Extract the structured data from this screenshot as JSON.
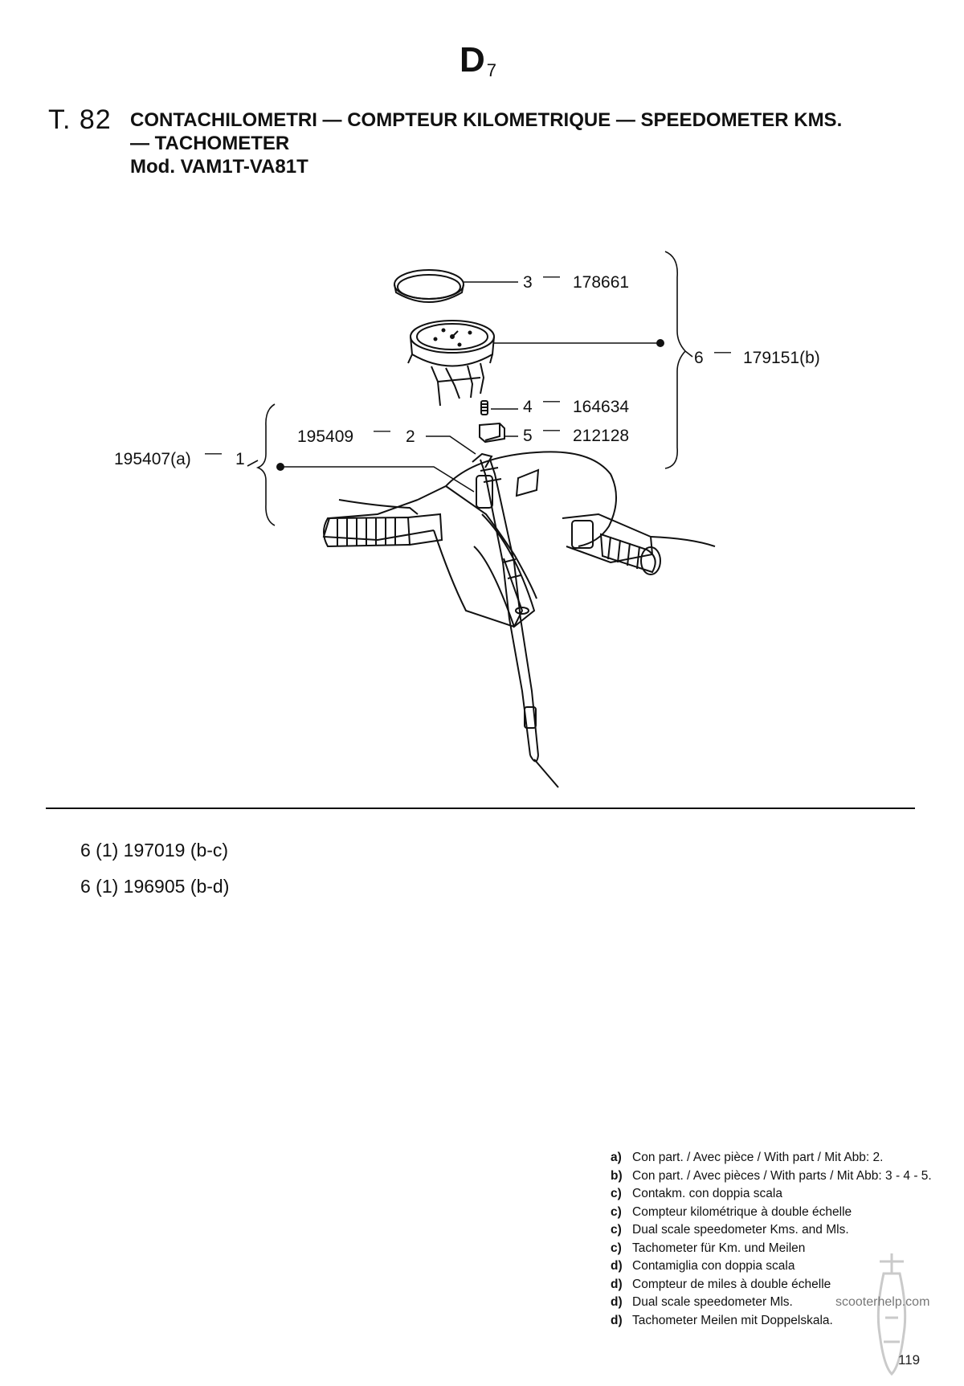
{
  "header": {
    "section": "D",
    "section_sub": "7",
    "table_no": "T. 82",
    "title_line1": "CONTACHILOMETRI — COMPTEUR KILOMETRIQUE — SPEEDOMETER KMS.",
    "title_line2": "— TACHOMETER",
    "title_line3": "Mod. VAM1T-VA81T"
  },
  "callouts": {
    "c3": "3",
    "p3": "178661",
    "c6": "6",
    "p6": "179151(b)",
    "c4": "4",
    "p4": "164634",
    "c5": "5",
    "p5": "212128",
    "p2": "195409",
    "c2": "2",
    "p1": "195407(a)",
    "c1": "1"
  },
  "variants": [
    "6 (1) 197019 (b-c)",
    "6 (1) 196905 (b-d)"
  ],
  "notes": [
    {
      "key": "a)",
      "text": "Con part. / Avec pièce / With part / Mit Abb: 2."
    },
    {
      "key": "b)",
      "text": "Con part. / Avec pièces / With parts / Mit Abb: 3 - 4 - 5."
    },
    {
      "key": "c)",
      "text": "Contakm. con doppia scala"
    },
    {
      "key": "c)",
      "text": "Compteur kilométrique à double échelle"
    },
    {
      "key": "c)",
      "text": "Dual scale speedometer Kms. and Mls."
    },
    {
      "key": "c)",
      "text": "Tachometer für Km. und Meilen"
    },
    {
      "key": "d)",
      "text": "Contamiglia con doppia scala"
    },
    {
      "key": "d)",
      "text": "Compteur de miles à double échelle"
    },
    {
      "key": "d)",
      "text": "Dual scale speedometer Mls."
    },
    {
      "key": "d)",
      "text": "Tachometer Meilen mit Doppelskala."
    }
  ],
  "watermark": "scooterhelp.com",
  "page_number": "119"
}
